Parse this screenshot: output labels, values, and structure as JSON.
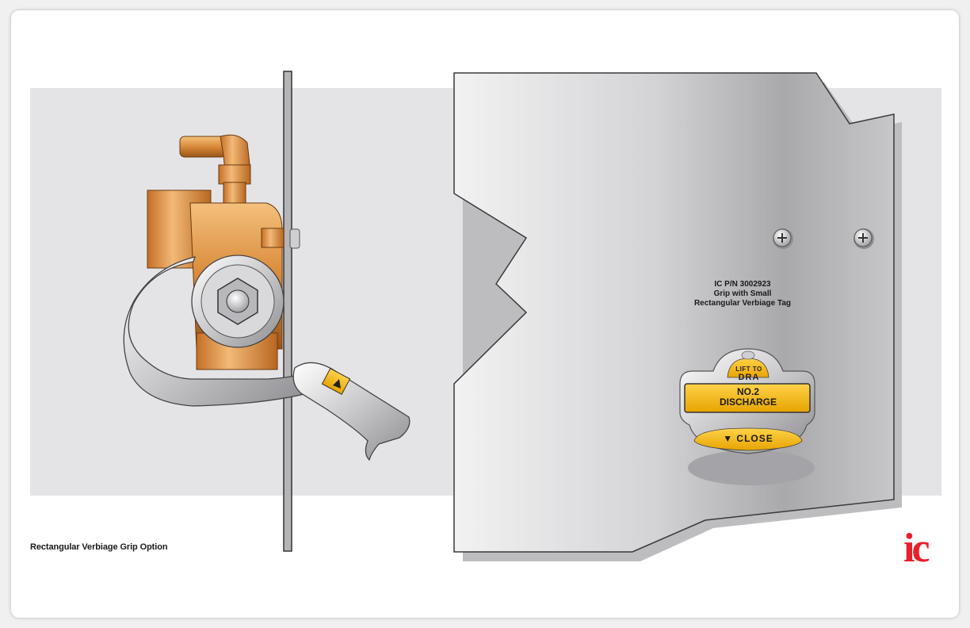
{
  "caption": "Rectangular Verbiage Grip Option",
  "callout": {
    "line1": "IC P/N 3002923",
    "line2": "Grip with Small",
    "line3": "Rectangular Verbiage Tag"
  },
  "tag": {
    "top_text": "LIFT TO",
    "top_text2": "DRA",
    "label_line1": "NO.2",
    "label_line2": "DISCHARGE",
    "bottom_text": "▼ CLOSE"
  },
  "logo_text": "ic",
  "colors": {
    "background_band": "#e4e4e6",
    "panel": "#c8c8cb",
    "brass": "#d98a3a",
    "tag_yellow": "#f5b800",
    "logo_red": "#e8202a"
  }
}
